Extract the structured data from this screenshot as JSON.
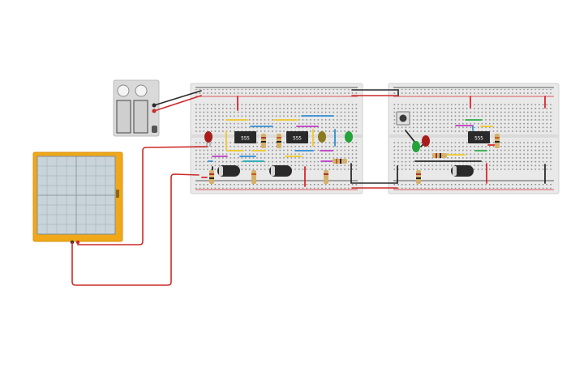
{
  "canvas": {
    "background": "#ffffff"
  },
  "colors": {
    "breadboard": "#e9e9e9",
    "rail_red": "#d9262c",
    "rail_blue": "#2a2a2a",
    "wire_red": "#cc2a2a",
    "wire_black": "#2b2b2b",
    "oscilloscope_body": "#f0a818",
    "oscilloscope_screen": "#c8d4da",
    "battery_pack": "#d8d8d8",
    "led_red": "#a81c1c",
    "led_green": "#23a33a",
    "led_yellow": "#8c7a1e",
    "capacitor": "#2a2a2a",
    "ic_body": "#2a2a2a"
  },
  "components": {
    "ic_labels": [
      "555",
      "555",
      "555"
    ],
    "battery_pack": {
      "name": "battery-pack"
    },
    "oscilloscope": {
      "name": "oscilloscope"
    },
    "pushbutton": {
      "name": "pushbutton"
    }
  },
  "icons": {
    "battery": "battery-pack-icon",
    "scope": "oscilloscope-icon",
    "chip": "ic-555-icon",
    "led": "led-icon",
    "capacitor": "capacitor-icon",
    "resistor": "resistor-icon"
  }
}
